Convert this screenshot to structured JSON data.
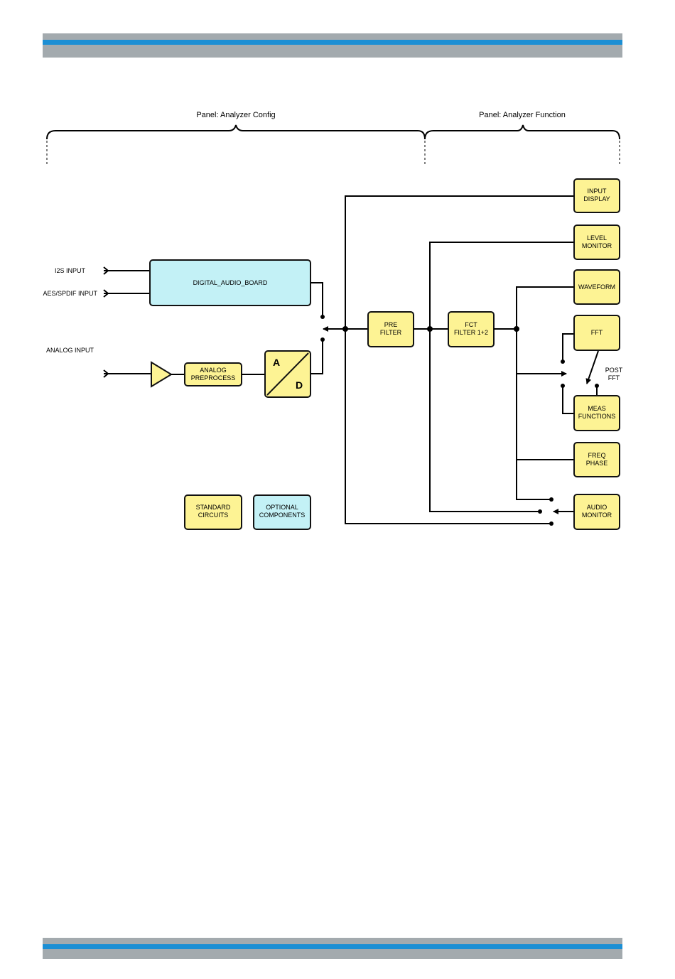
{
  "panels": {
    "config": "Panel: Analyzer Config",
    "function": "Panel: Analyzer Function"
  },
  "inputs": {
    "i2s": "I2S INPUT",
    "aes": "AES/SPDIF INPUT",
    "analog": "ANALOG INPUT"
  },
  "blocks": {
    "digital_board": "DIGITAL_AUDIO_BOARD",
    "analog_pre_1": "ANALOG",
    "analog_pre_2": "PREPROCESS",
    "ad_a": "A",
    "ad_d": "D",
    "pre_filter_1": "PRE",
    "pre_filter_2": "FILTER",
    "fct_filter_1": "FCT",
    "fct_filter_2": "FILTER 1+2",
    "input_display_1": "INPUT",
    "input_display_2": "DISPLAY",
    "level_monitor_1": "LEVEL",
    "level_monitor_2": "MONITOR",
    "waveform": "WAVEFORM",
    "fft": "FFT",
    "post_fft_1": "POST",
    "post_fft_2": "FFT",
    "meas_1": "MEAS",
    "meas_2": "FUNCTIONS",
    "freq_phase_1": "FREQ",
    "freq_phase_2": "PHASE",
    "audio_monitor_1": "AUDIO",
    "audio_monitor_2": "MONITOR"
  },
  "legend": {
    "standard_1": "STANDARD",
    "standard_2": "CIRCUITS",
    "optional_1": "OPTIONAL",
    "optional_2": "COMPONENTS"
  },
  "colors": {
    "standard_fill": "#fdf394",
    "optional_fill": "#c3f1f6",
    "band_grey": "#a3aaae",
    "band_blue": "#1c8fd4"
  }
}
